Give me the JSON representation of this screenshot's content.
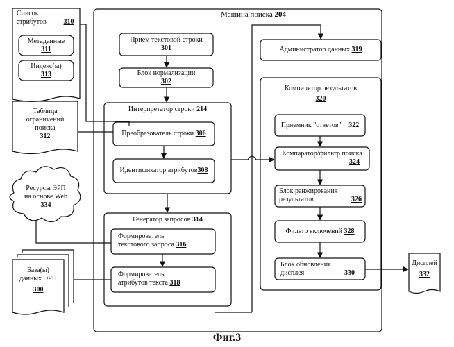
{
  "diagram": {
    "search_engine": {
      "title": "Машина поиска",
      "num": "204"
    },
    "attr_list": {
      "title": "Список атрибутов",
      "num": "310",
      "metadata": {
        "label": "Метаданные",
        "num": "311"
      },
      "index": {
        "label": "Индекс(ы)",
        "num": "313"
      }
    },
    "constraint_table": {
      "l1": "Таблица",
      "l2": "ограничений",
      "l3": "поиска",
      "num": "312"
    },
    "web_resources": {
      "l1": "Ресурсы ЭРП",
      "l2": "на основе Web",
      "num": "334"
    },
    "databases": {
      "l1": "База(ы)",
      "l2": "данных ЭРП",
      "num": "300"
    },
    "receive_text": {
      "label": "Прием текстовой строки",
      "num": "301"
    },
    "normalization": {
      "label": "Блок нормализации",
      "num": "302"
    },
    "interpreter": {
      "title": "Интерпретатор строки",
      "num": "214"
    },
    "converter": {
      "label": "Преобразователь строки",
      "num": "306"
    },
    "attr_identifier": {
      "label": "Идентификатор атрибутов",
      "num": "308"
    },
    "query_gen": {
      "title": "Генератор запросов",
      "num": "314"
    },
    "text_query": {
      "l1": "Формирователь",
      "l2": "текстового запроса",
      "num": "316"
    },
    "attr_former": {
      "l1": "Формирователь",
      "l2": "атрибутов текста",
      "num": "318"
    },
    "data_admin": {
      "label": "Администратор данных",
      "num": "319"
    },
    "compiler": {
      "title": "Компилятор результатов",
      "num": "320"
    },
    "answers": {
      "label": "Приемник \"ответов\"",
      "num": "322"
    },
    "comparator": {
      "label": "Компаратор/фильтр поиска",
      "num": "324"
    },
    "ranking": {
      "l1": "Блок ранжирования",
      "l2": "результатов",
      "num": "326"
    },
    "inclusion": {
      "label": "Фильтр включений",
      "num": "328"
    },
    "display_update": {
      "l1": "Блок обновления",
      "l2": "дисплея",
      "num": "330"
    },
    "display": {
      "label": "Дисплей",
      "num": "332"
    },
    "caption": "Фиг.3"
  }
}
